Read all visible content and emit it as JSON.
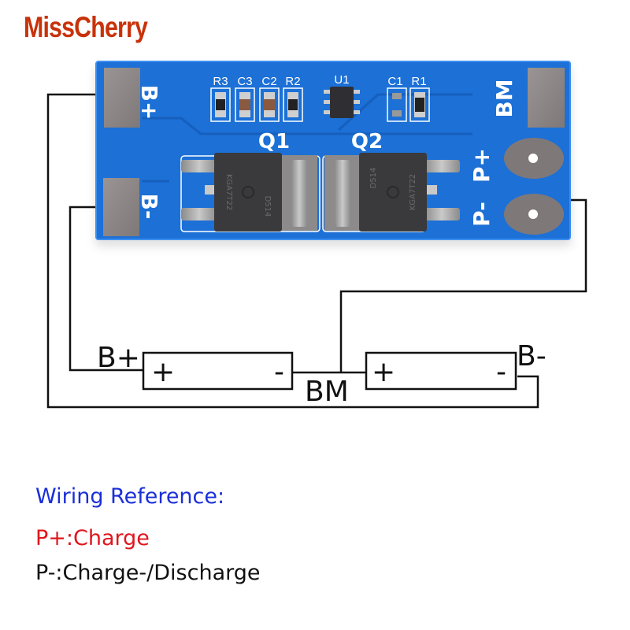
{
  "brand": {
    "text": "MissCherry",
    "color": "#c8320a"
  },
  "board": {
    "pcb_color": "#1a6fd6",
    "pads": {
      "b_plus": "B+",
      "b_minus": "B-",
      "bm": "BM",
      "p_plus": "P+",
      "p_minus": "P-"
    },
    "components": {
      "r3": "R3",
      "c3": "C3",
      "c2": "C2",
      "r2": "R2",
      "u1": "U1",
      "c1": "C1",
      "r1": "R1",
      "q1": "Q1",
      "q2": "Q2"
    },
    "mosfet_markings": {
      "part": "KGA7T22",
      "date": "D514"
    }
  },
  "wiring": {
    "b_plus_label": "B+",
    "b_minus_label": "B-",
    "bm_label": "BM",
    "cells": [
      {
        "plus": "+",
        "minus": "-"
      },
      {
        "plus": "+",
        "minus": "-"
      }
    ]
  },
  "reference": {
    "title": "Wiring Reference:",
    "title_color": "#1a2fd8",
    "p_plus": "P+:Charge",
    "p_plus_color": "#e0161e",
    "p_minus": "P-:Charge-/Discharge",
    "p_minus_color": "#111111"
  }
}
